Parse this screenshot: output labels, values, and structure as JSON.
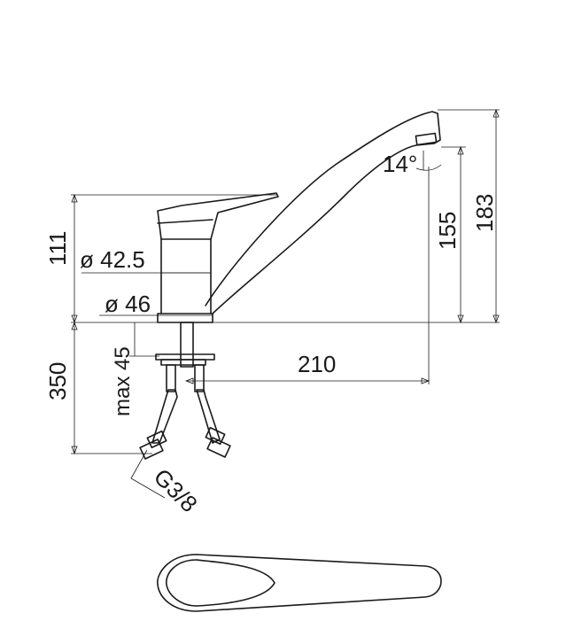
{
  "dimensions": {
    "height_handle": "111",
    "diameter_body": "ø 42.5",
    "diameter_base": "ø 46",
    "max_counter": "max 45",
    "hose_length": "350",
    "spout_reach": "210",
    "spout_height": "155",
    "total_height": "183",
    "spout_angle": "14°",
    "connection": "G3/8"
  },
  "colors": {
    "line": "#1a1a1a",
    "background": "#ffffff"
  }
}
